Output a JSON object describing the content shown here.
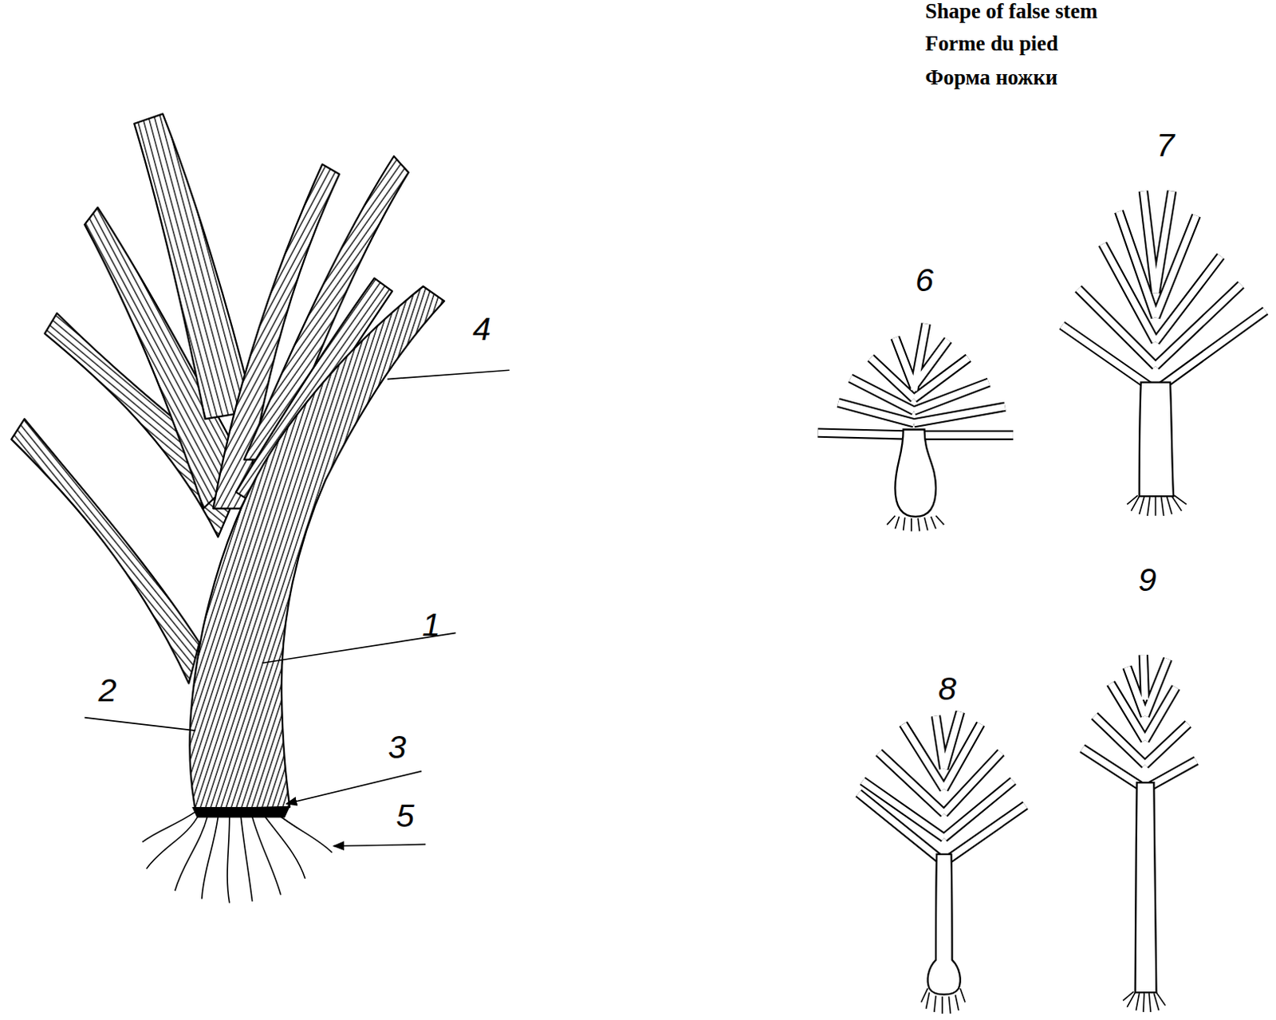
{
  "diagram": {
    "labels": [
      "Shape of false stem",
      "Forme du pied",
      "Форма ножки",
      "1",
      "2",
      "3",
      "4",
      "5",
      "6",
      "7",
      "8",
      "9"
    ]
  }
}
